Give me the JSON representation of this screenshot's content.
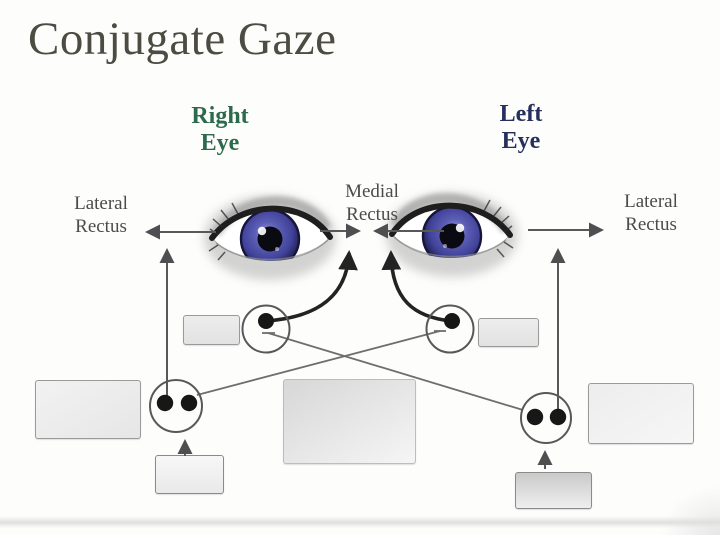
{
  "slide": {
    "title": "Conjugate Gaze"
  },
  "eye_labels": {
    "right": {
      "lines": [
        "Right",
        "Eye"
      ]
    },
    "left": {
      "lines": [
        "Left",
        "Eye"
      ]
    }
  },
  "muscle_labels": {
    "lateral_left": {
      "lines": [
        "Lateral",
        "Rectus"
      ]
    },
    "medial": {
      "lines": [
        "Medial",
        "Rectus"
      ]
    },
    "lateral_right": {
      "lines": [
        "Lateral",
        "Rectus"
      ]
    }
  },
  "colors": {
    "title": "#4d4c42",
    "eye_right_green": "#2d6a4c",
    "eye_left_navy": "#272f5e",
    "muscle_label": "#4b4b4b",
    "line_gray": "#58585a",
    "thick_line": "#232323",
    "iris_violet": "#5c5eb5",
    "box_border": "#9a9a9a"
  },
  "shapes": {
    "single_dot_nuclei": [
      "under-right-eye",
      "under-left-eye"
    ],
    "double_dot_nuclei": [
      "lower-left",
      "lower-right"
    ],
    "blank_boxes": [
      "mid-left",
      "mid-right",
      "lower-left-large",
      "center-large",
      "lower-right-large",
      "bottom-left-small",
      "bottom-right-small"
    ],
    "arrows": [
      "lateral-rectus-left",
      "medial-rectus-right-eye",
      "medial-rectus-left-eye",
      "lateral-rectus-right",
      "ascending-left",
      "ascending-right",
      "input-up-left",
      "input-up-right"
    ],
    "crossing_fibers": [
      "left-lower-to-right-upper",
      "right-lower-to-left-upper"
    ]
  }
}
